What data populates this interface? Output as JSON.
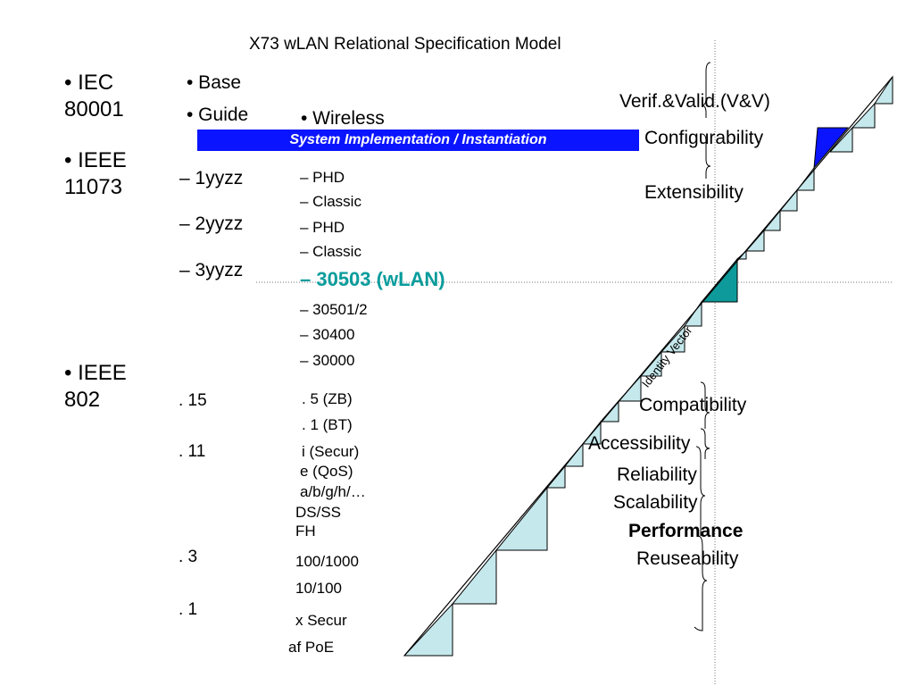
{
  "title": "X73 wLAN Relational Specification Model",
  "standards": {
    "iec": [
      "• IEC",
      "80001"
    ],
    "ieee11073": [
      "• IEEE",
      "11073"
    ],
    "ieee802": [
      "• IEEE",
      "802"
    ]
  },
  "layers": {
    "base": "• Base",
    "guide": "• Guide",
    "wireless": "• Wireless"
  },
  "banner": "System Implementation / Instantiation",
  "col1": [
    "– 1yyzz",
    "– 2yyzz",
    "– 3yyzz"
  ],
  "col2_upper": [
    "– PHD",
    "– Classic",
    "– PHD",
    "– Classic"
  ],
  "col2_highlight": "– 30503 (wLAN)",
  "col2_lower": [
    "– 30501/2",
    "– 30400",
    "– 30000"
  ],
  "ieee802_sub": [
    ". 15",
    ". 11",
    ". 3",
    ". 1"
  ],
  "ieee802_detail": [
    ". 5 (ZB)",
    ". 1 (BT)",
    "i (Secur)",
    "e (QoS)",
    "a/b/g/h/…",
    "DS/SS",
    "FH",
    "100/1000",
    "10/100",
    "x Secur",
    "af PoE"
  ],
  "properties_upper": [
    "Verif.&Valid.(V&V)",
    "Configurability",
    "Extensibility"
  ],
  "properties_lower": [
    "Compatibility",
    "Accessibility",
    "Reliability",
    "Scalability",
    "Performance",
    "Reuseability"
  ],
  "identity_vector": "Identity Vector",
  "colors": {
    "banner": "#0a14ff",
    "highlight": "#0a9c9c",
    "step_fill": "#c5e8ec",
    "teal_triangle": "#0e9a9a",
    "blue_triangle": "#0a14ff"
  }
}
